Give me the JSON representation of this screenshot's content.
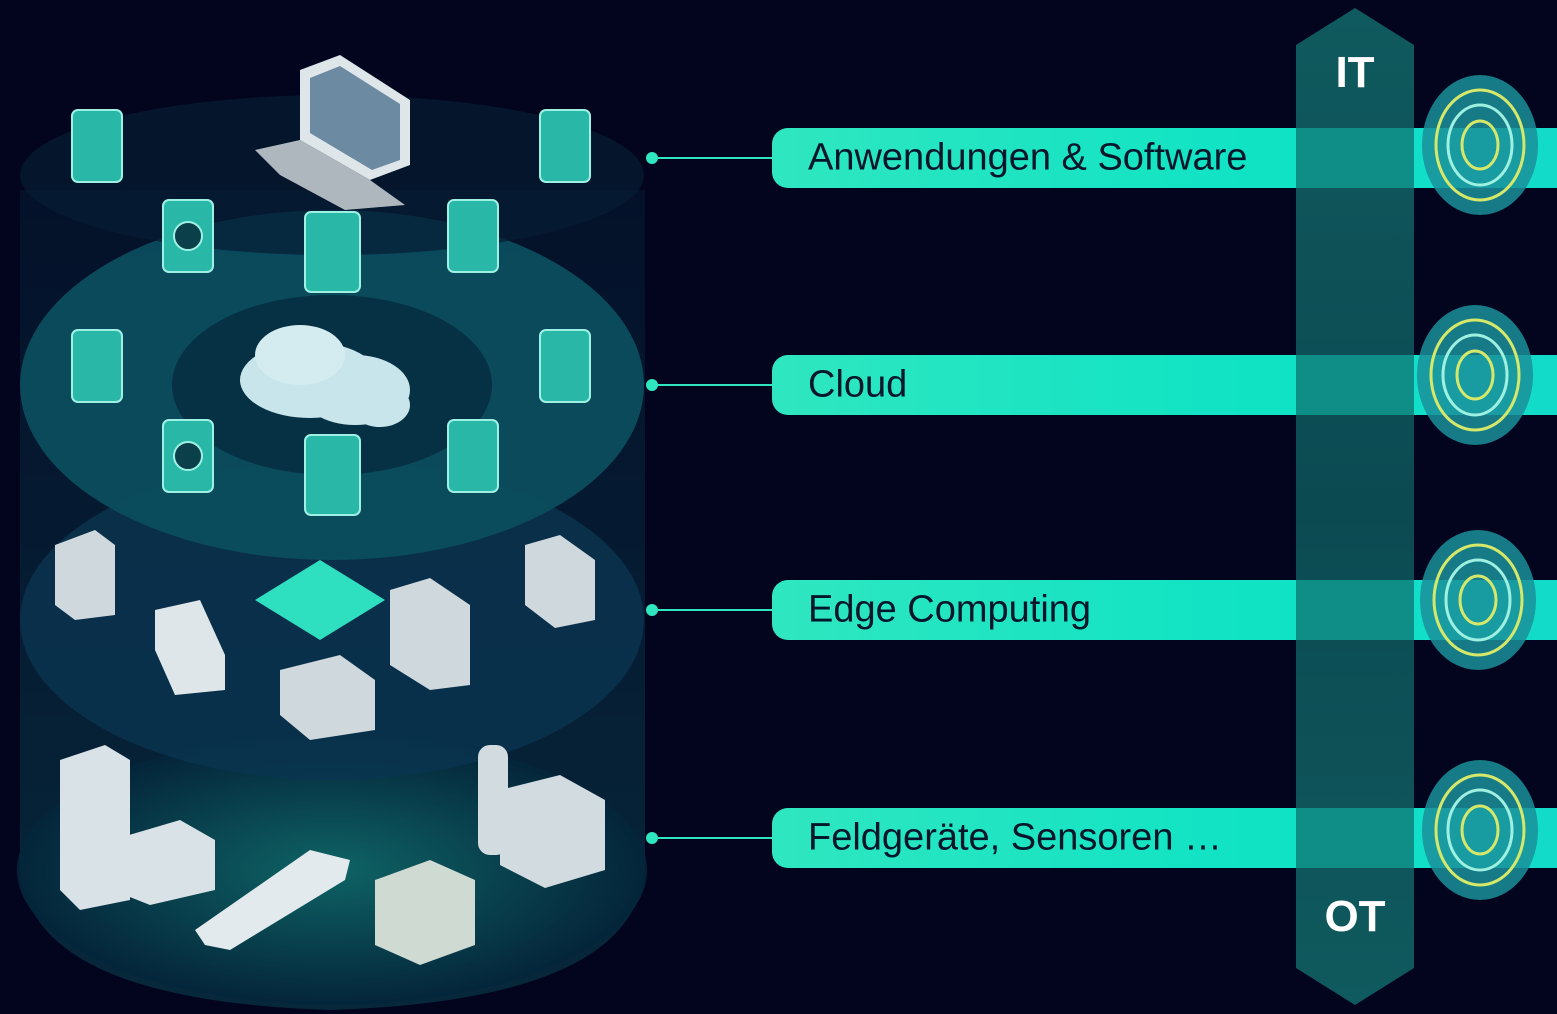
{
  "layers": [
    {
      "id": "apps",
      "label": "Anwendungen & Software"
    },
    {
      "id": "cloud",
      "label": "Cloud"
    },
    {
      "id": "edge",
      "label": "Edge Computing"
    },
    {
      "id": "field",
      "label": "Feldgeräte, Sensoren …"
    }
  ],
  "axis": {
    "top_label": "IT",
    "bottom_label": "OT"
  },
  "colors": {
    "background": "#02051d",
    "accent": "#12e3c2",
    "arrow": "#0e4c54",
    "text_dark": "#04162a"
  },
  "icons": [
    "laptop-icon",
    "cloud-icon",
    "app-tile-icon",
    "globe-tile-icon",
    "server-icon",
    "tablet-icon",
    "building-icon",
    "train-icon",
    "factory-icon",
    "silo-icon",
    "fingerprint-icon"
  ]
}
